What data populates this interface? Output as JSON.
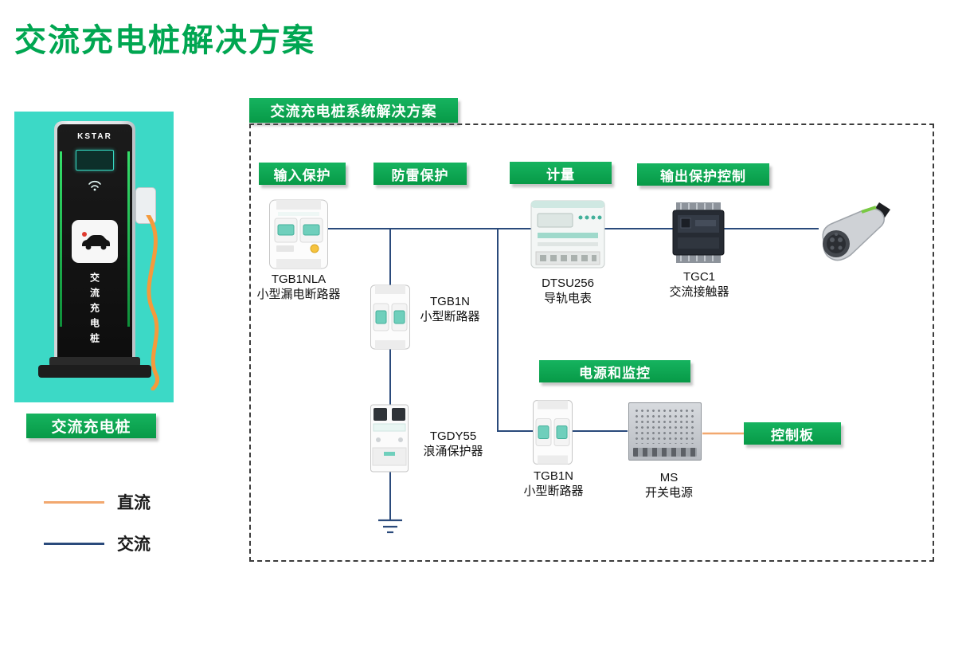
{
  "page": {
    "title": "交流充电桩解决方案"
  },
  "pile_panel": {
    "brand": "KSTAR",
    "vertical_label": "交流充电桩",
    "caption": "交流充电桩"
  },
  "legend": {
    "items": [
      {
        "label": "直流",
        "color": "#F2A86F"
      },
      {
        "label": "交流",
        "color": "#2A4A7B"
      }
    ]
  },
  "diagram": {
    "title": "交流充电桩系统解决方案",
    "badges": {
      "input": "输入保护",
      "lightning": "防雷保护",
      "metering": "计量",
      "output": "输出保护控制",
      "power_monitor": "电源和监控",
      "control_board": "控制板"
    },
    "components": {
      "tgb1nla": {
        "name": "TGB1NLA",
        "desc": "小型漏电断路器"
      },
      "tgb1n_top": {
        "name": "TGB1N",
        "desc": "小型断路器"
      },
      "tgdy55": {
        "name": "TGDY55",
        "desc": "浪涌保护器"
      },
      "dtsu256": {
        "name": "DTSU256",
        "desc": "导轨电表"
      },
      "tgc1": {
        "name": "TGC1",
        "desc": "交流接触器"
      },
      "tgb1n_bottom": {
        "name": "TGB1N",
        "desc": "小型断路器"
      },
      "ms": {
        "name": "MS",
        "desc": "开关电源"
      }
    },
    "colors": {
      "accent_green": "#0CA84F",
      "ac_line": "#2A4A7B",
      "dc_line": "#F2A86F",
      "panel_teal": "#3CD9C6"
    }
  }
}
